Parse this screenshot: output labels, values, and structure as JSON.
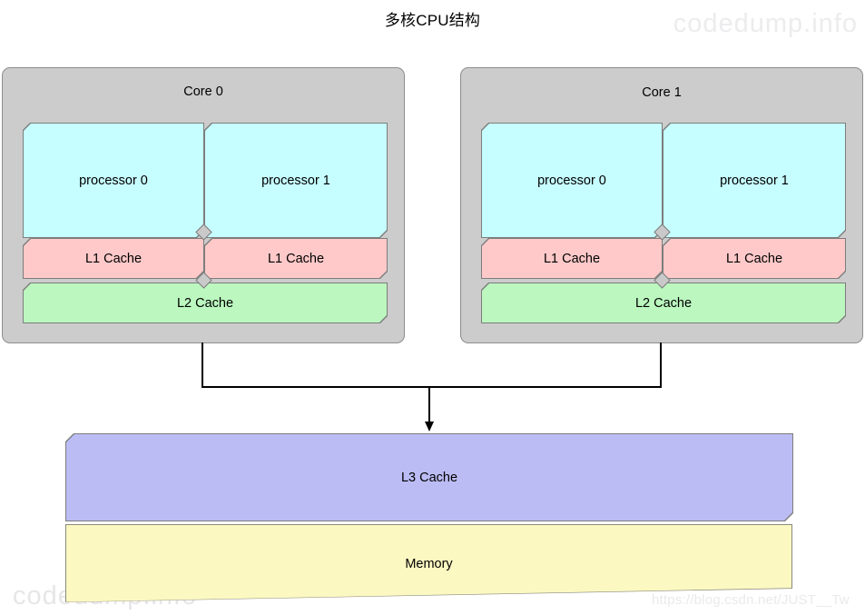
{
  "title": "多核CPU结构",
  "watermarks": {
    "top_right": "codedump.info",
    "bottom_left": "codedump.info",
    "csdn": "https://blog.csdn.net/JUST__Tw"
  },
  "colors": {
    "core_panel": "#cccccc",
    "processor": "#c6fdff",
    "l1_cache": "#ffc9c9",
    "l2_cache": "#bbf7bf",
    "l3_cache": "#bcbcf5",
    "memory": "#fcf8c2",
    "stroke": "#7d7d7d",
    "connector": "#000000",
    "text": "#000000"
  },
  "cores": [
    {
      "label": "Core 0",
      "processors": [
        "processor 0",
        "processor 1"
      ],
      "l1_caches": [
        "L1 Cache",
        "L1 Cache"
      ],
      "l2_cache": "L2 Cache"
    },
    {
      "label": "Core 1",
      "processors": [
        "processor 0",
        "processor 1"
      ],
      "l1_caches": [
        "L1 Cache",
        "L1 Cache"
      ],
      "l2_cache": "L2 Cache"
    }
  ],
  "shared": {
    "l3_cache": "L3 Cache",
    "memory": "Memory"
  }
}
